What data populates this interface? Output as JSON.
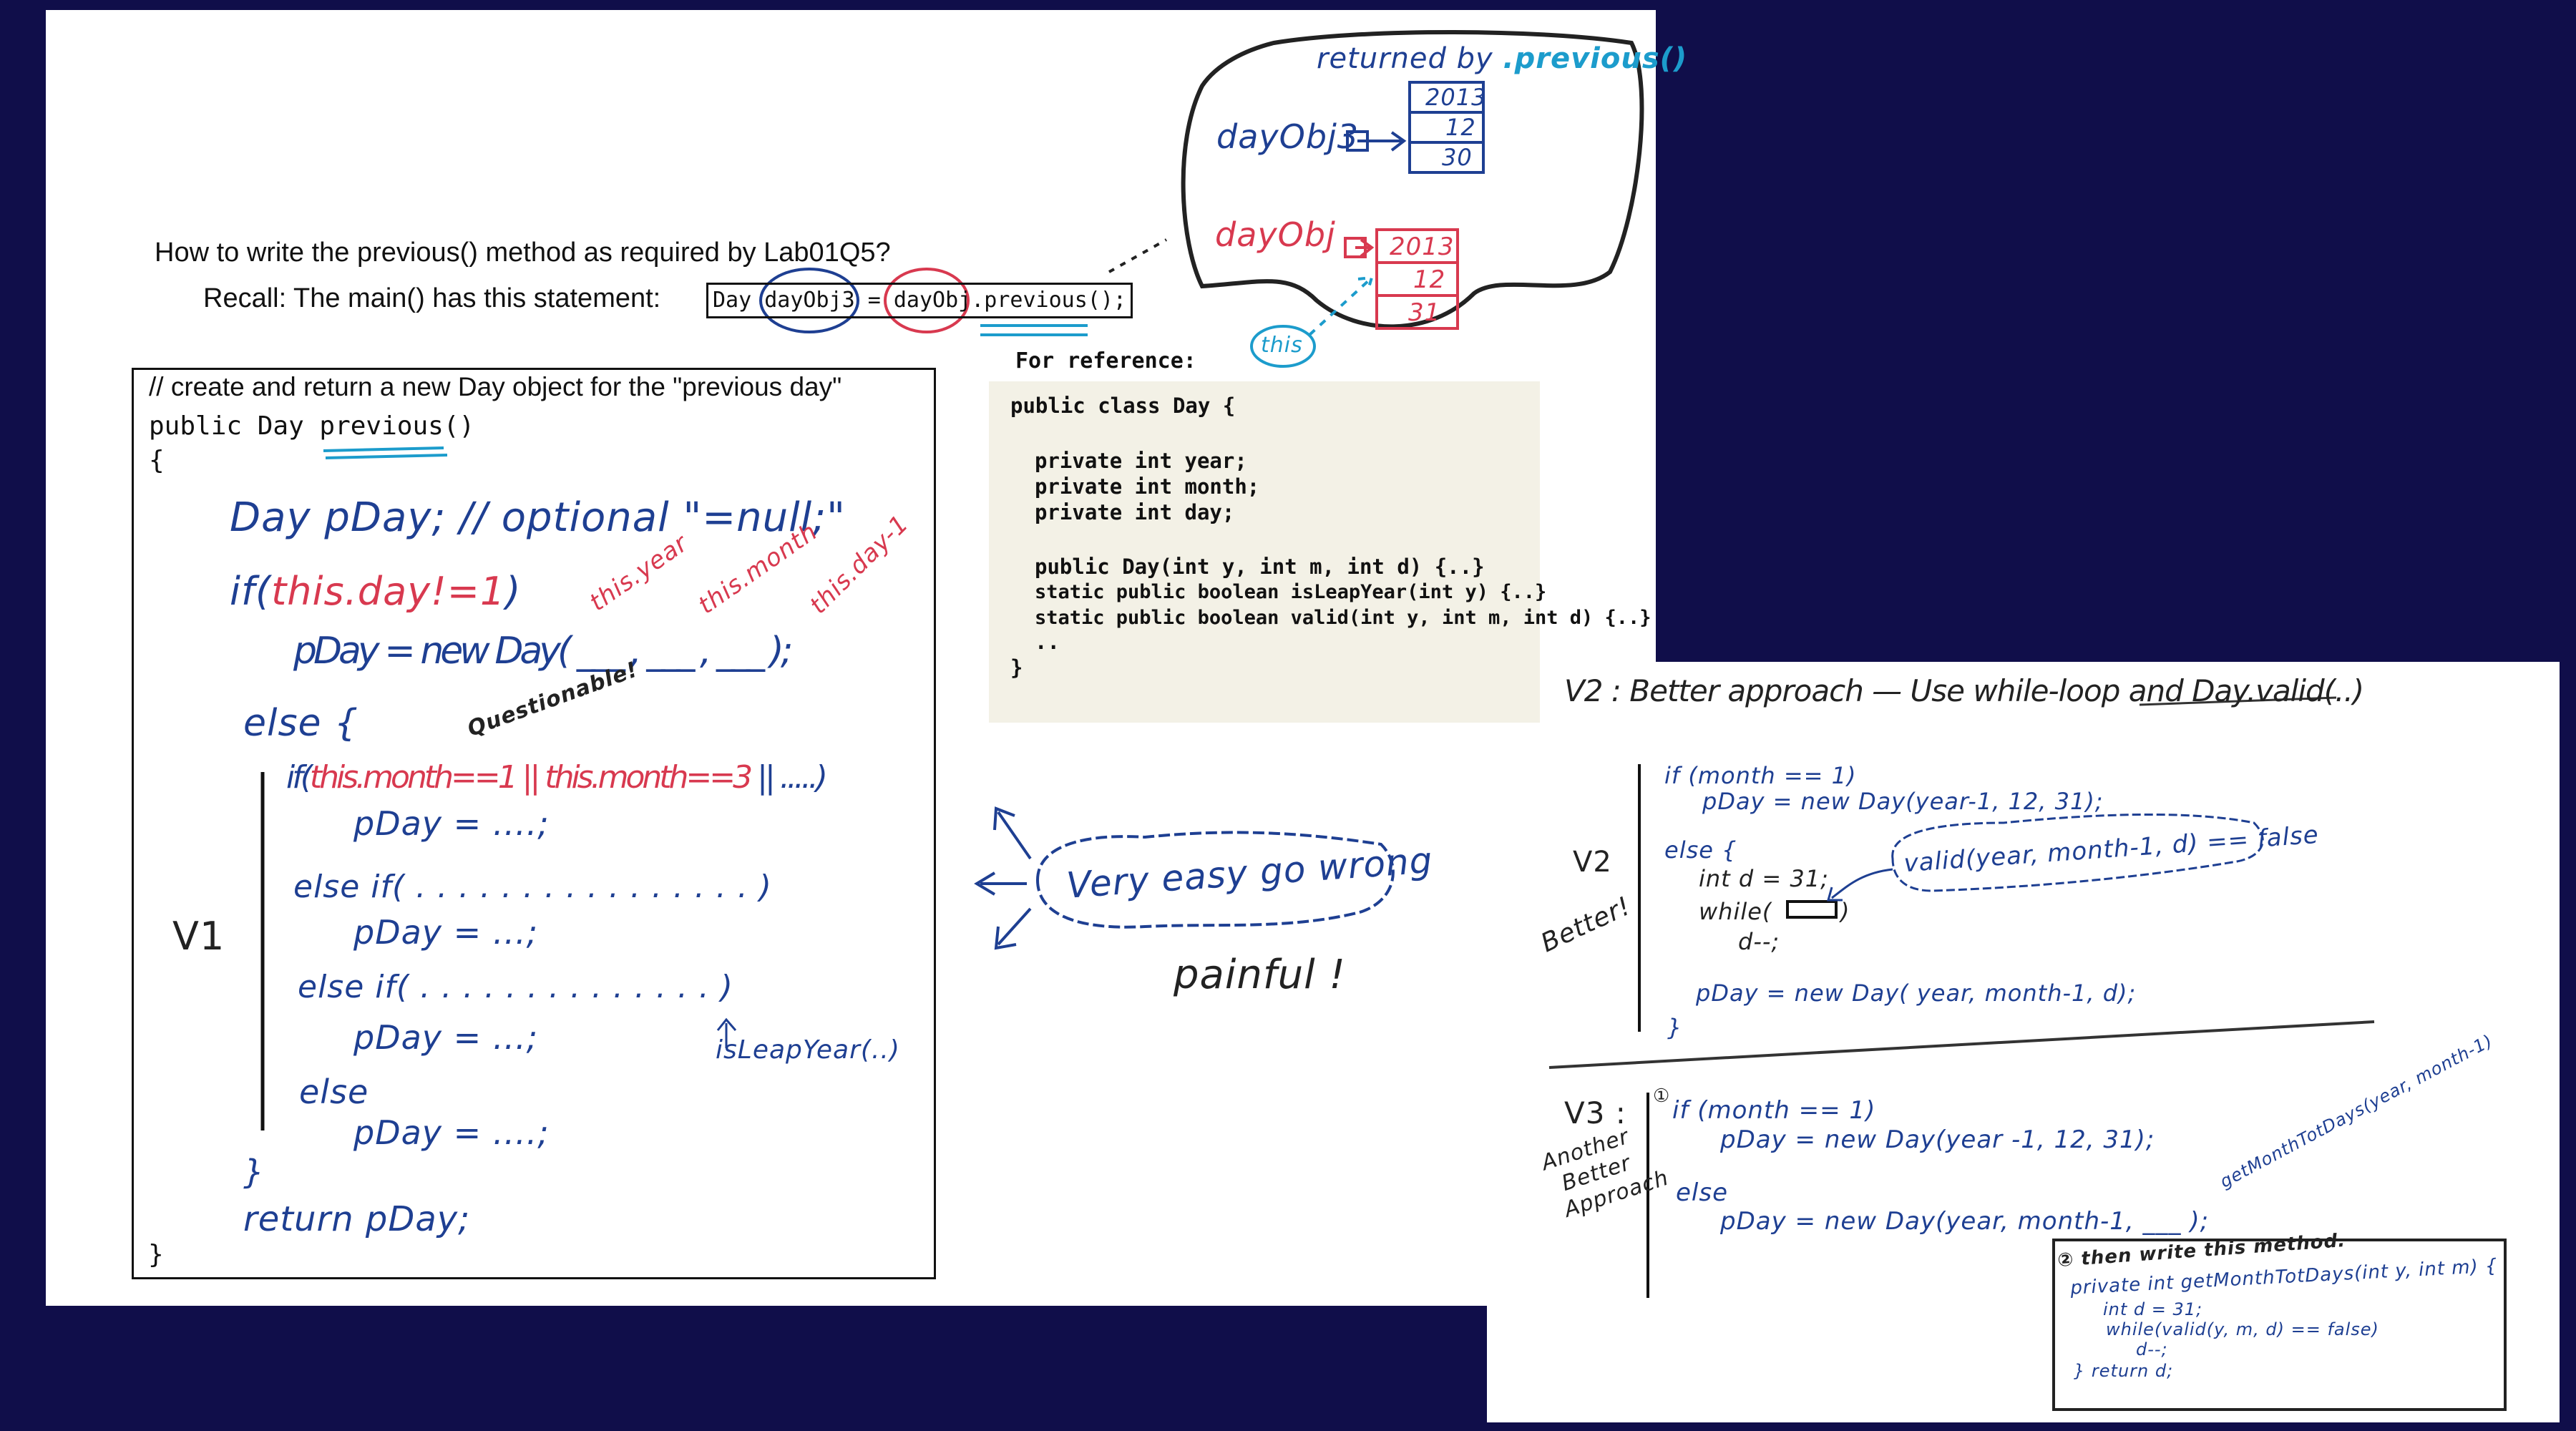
{
  "header": {
    "question": "How to write the previous() method as required by Lab01Q5?",
    "recall_label": "Recall:  The main() has this statement:",
    "statement": {
      "type": "Day",
      "var": "dayObj3",
      "eq": "=",
      "target": "dayObj",
      "call": ".previous();"
    }
  },
  "memory_diagram": {
    "caption_prefix": "returned by",
    "caption_method": ".previous()",
    "result_var": "dayObj3",
    "result_values": [
      "2013",
      "12",
      "30"
    ],
    "source_var": "dayObj",
    "source_values": [
      "2013",
      "12",
      "31"
    ],
    "this_label": "this"
  },
  "reference": {
    "title": "For reference:",
    "lines": [
      "public class Day {",
      "private int year;",
      "private int month;",
      "private int day;",
      "public Day(int y, int m, int d) {..}",
      "static public boolean isLeapYear(int y) {..}",
      "static public boolean valid(int y, int m, int d) {..}",
      "..",
      "}"
    ]
  },
  "v1": {
    "comment": "// create and return a new Day object for the \"previous day\"",
    "signature": "public Day previous()",
    "open_brace": "{",
    "close_brace": "}",
    "label": "V1",
    "decl": "Day pDay;  // optional \"=null;\"",
    "if_kw": "if(",
    "if_cond": "this.day!=1",
    "if_close": ")",
    "assign1": "pDay = new Day(  ___ ,  ___ ,  ___ );",
    "arg_year": "this.year",
    "arg_month": "this.month",
    "arg_day": "this.day-1",
    "else_open": "else {",
    "questionable": "Questionable!",
    "if2_kw": "if(",
    "if2_cond": "this.month==1 || this.month==3",
    "if2_rest": "|| .....)",
    "assign2": "pDay = ....;",
    "elseif1": "else if( . . . . . . . . . . . . . . . . )",
    "assign3": "pDay = ...;",
    "elseif2": "else if( . . . . . . . . . . . . . . )",
    "assign4": "pDay = ...;",
    "isleap_hint": "isLeapYear(..)",
    "else2": "else",
    "assign5": "pDay = ....;",
    "close_else": "}",
    "return_stmt": "return pDay;"
  },
  "warning": {
    "cloud_text": "Very easy go wrong",
    "painful": "painful !"
  },
  "v2": {
    "title": "V2 : Better approach  —  Use while-loop and",
    "title_link": "Day.valid(..)",
    "label": "V2",
    "label2": "Better!",
    "lines": [
      "if (month == 1)",
      "pDay = new Day(year-1, 12, 31);",
      "else {",
      "int d = 31;",
      "while(",
      ")",
      "d--;",
      "pDay = new Day( year, month-1, d);",
      "}"
    ],
    "cloud": "valid(year, month-1, d) == false"
  },
  "v3": {
    "label": "V3 :",
    "sublabel": [
      "Another",
      "Better",
      "Approach"
    ],
    "step1": "①",
    "lines": [
      "if (month == 1)",
      "pDay = new Day(year -1, 12, 31);",
      "else",
      "pDay = new Day(year, month-1,  ___ );"
    ],
    "hint": "getMonthTotDays(year, month-1)",
    "step2": "② then write this method.",
    "method": [
      "private int getMonthTotDays(int y, int m) {",
      "int d = 31;",
      "while(valid(y, m, d) == false)",
      "d--;",
      "}  return d;"
    ]
  },
  "colors": {
    "background": "#100e4a",
    "blue_ink": "#1e3f92",
    "red_ink": "#d8394f",
    "cyan_ink": "#1c9ccc"
  }
}
